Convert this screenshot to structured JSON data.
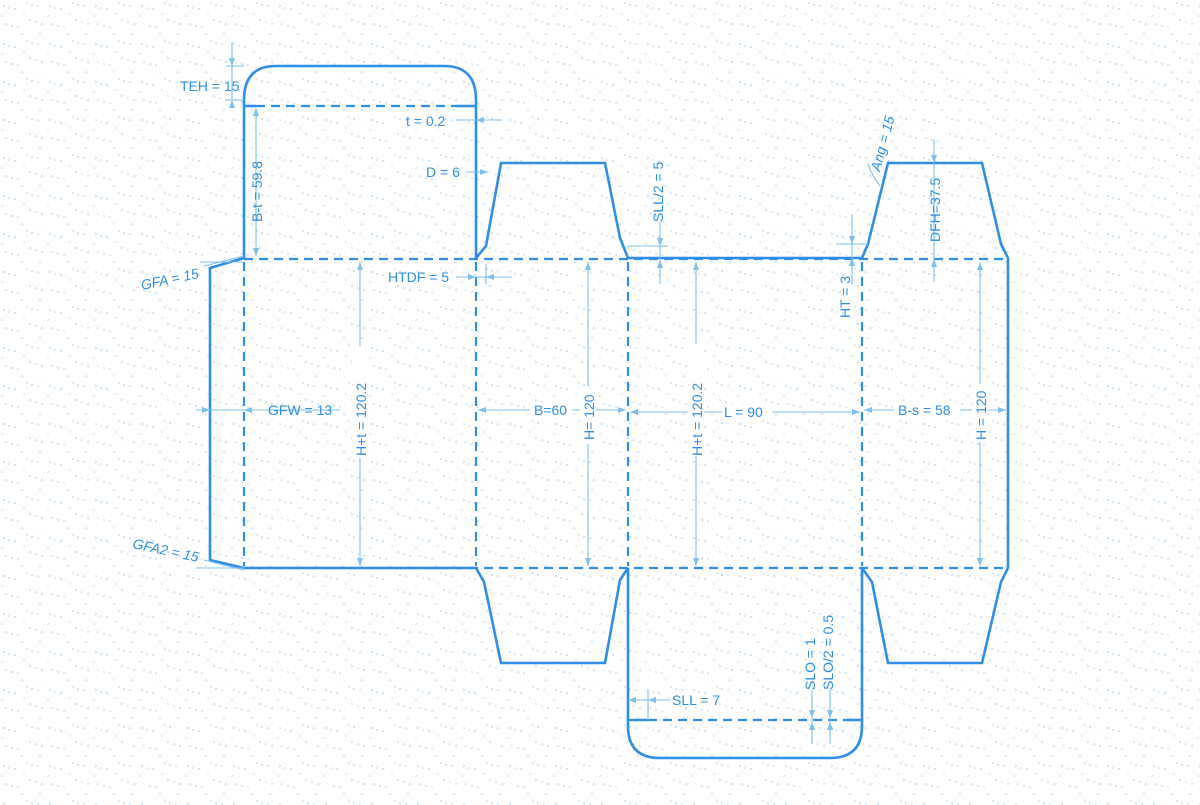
{
  "colors": {
    "cut_line": "#2f8ee6",
    "dimension_line": "#7cc0f0",
    "background": "#ffffff",
    "texture": "#9cc9f0"
  },
  "dimensions": {
    "teh": "TEH = 15",
    "t": "t = 0.2",
    "b_t": "B-t = 59.8",
    "d": "D = 6",
    "sll_half": "SLL/2 = 5",
    "ang": "Ang = 15",
    "dfh": "DFH=37.5",
    "gfa": "GFA = 15",
    "htdf": "HTDF = 5",
    "ht": "HT = 3",
    "gfw": "GFW = 13",
    "h_t_left": "H+t = 120.2",
    "b": "B=60",
    "h_center": "H= 120",
    "h_t_right": "H+t = 120.2",
    "l": "L = 90",
    "b_s": "B-s = 58",
    "h_right": "H = 120",
    "gfa2": "GFA2 = 15",
    "slo": "SLO = 1",
    "slo_half": "SLO/2 = 0.5",
    "sll": "SLL = 7"
  }
}
